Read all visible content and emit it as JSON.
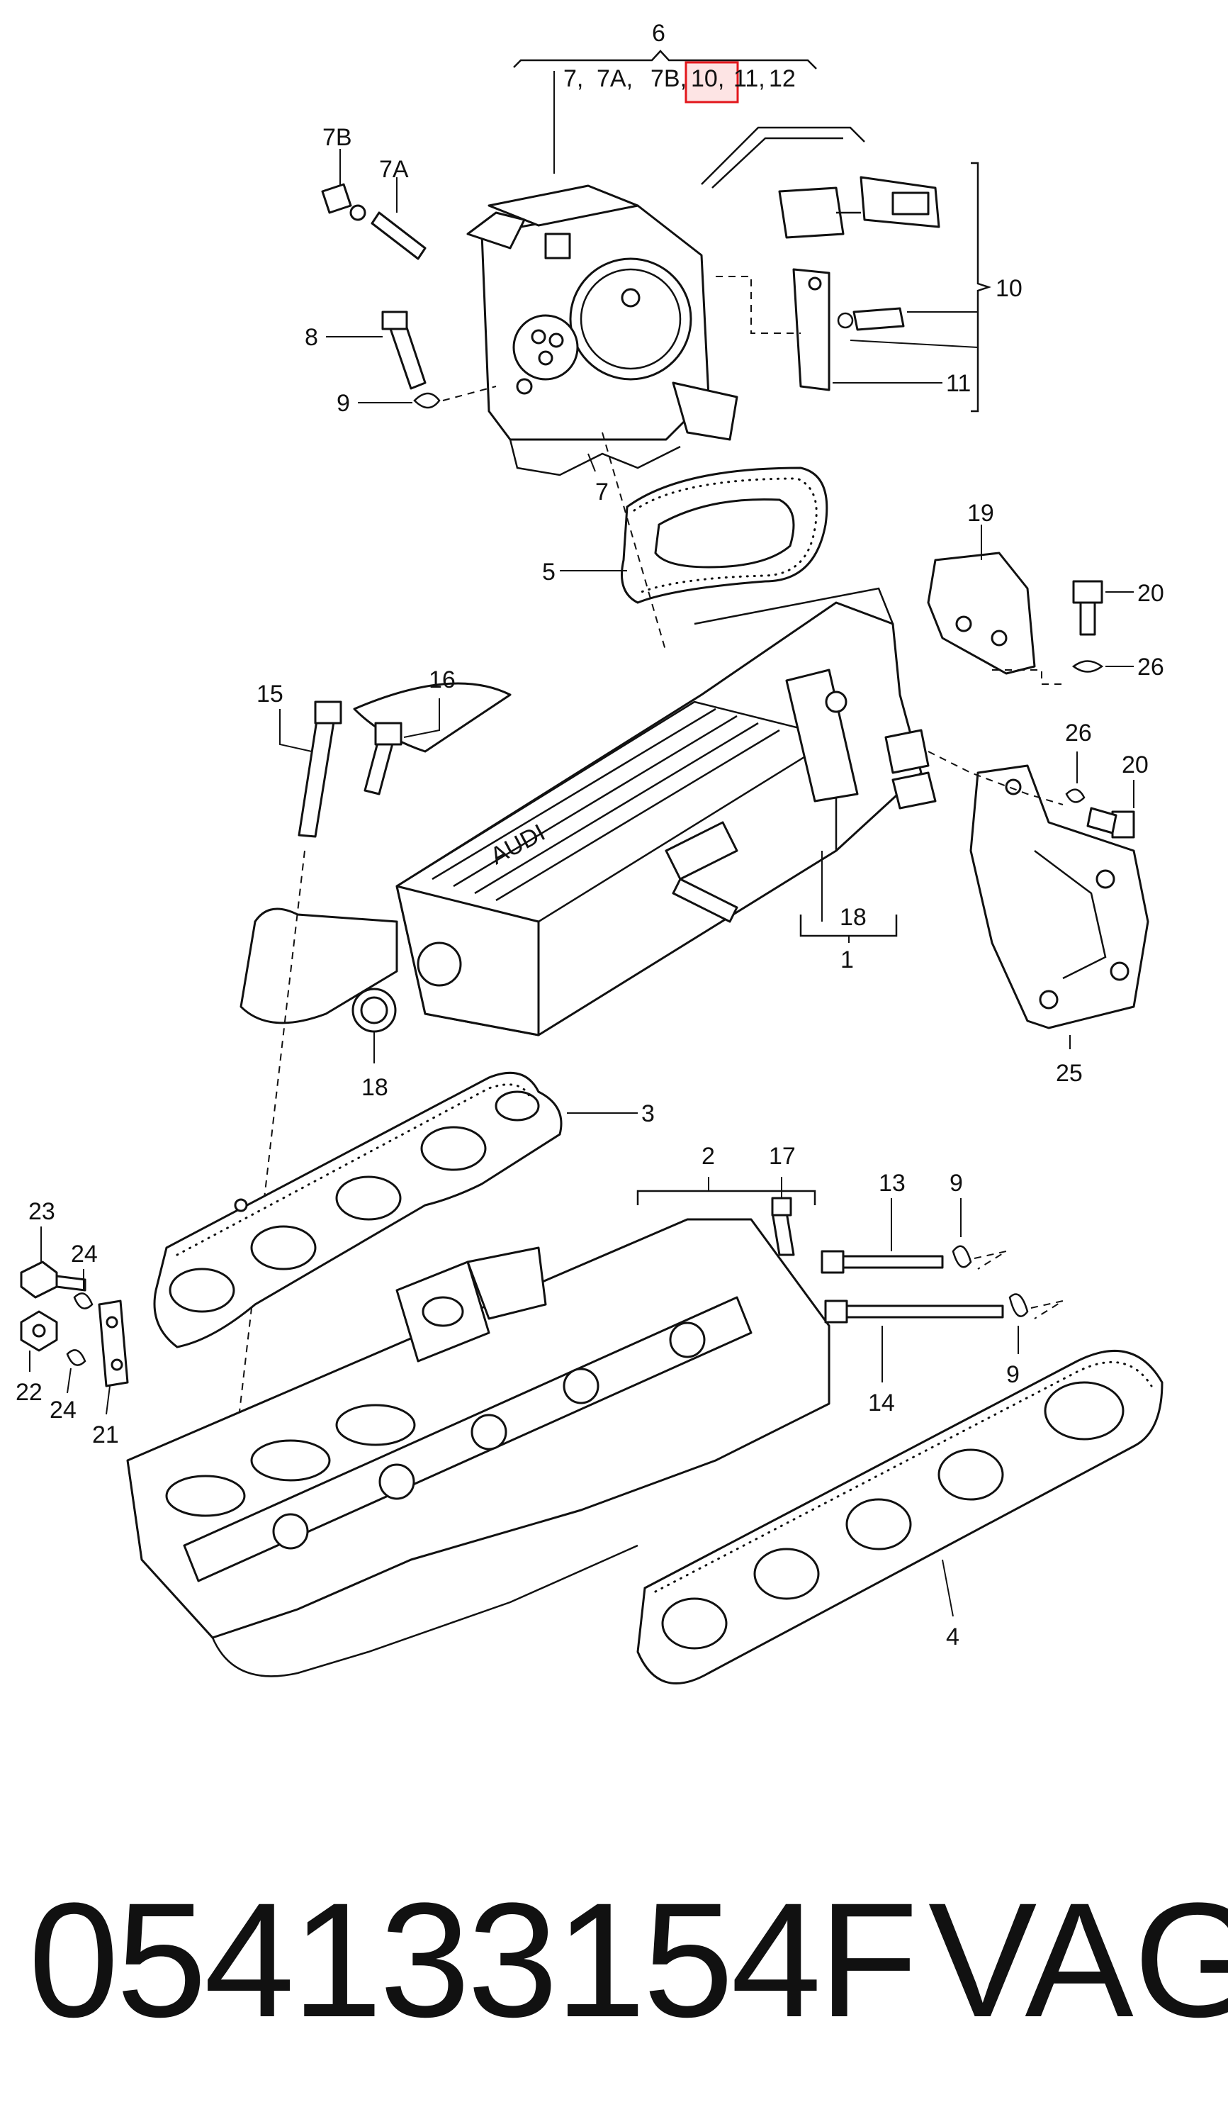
{
  "callouts": {
    "c1": "1",
    "c2": "2",
    "c3": "3",
    "c4": "4",
    "c5": "5",
    "c6": "6",
    "c7": "7",
    "c7a": "7A",
    "c7b": "7B",
    "c8": "8",
    "c9a": "9",
    "c9b": "9",
    "c9c": "9",
    "c10": "10",
    "c11": "11",
    "c13": "13",
    "c14": "14",
    "c15": "15",
    "c16": "16",
    "c17": "17",
    "c18a": "18",
    "c18b": "18",
    "c19": "19",
    "c20a": "20",
    "c20b": "20",
    "c21": "21",
    "c22": "22",
    "c23": "23",
    "c24a": "24",
    "c24b": "24",
    "c25": "25",
    "c26a": "26",
    "c26b": "26"
  },
  "group_header": {
    "g1": "7,",
    "g2": "7A,",
    "g3": "7B,",
    "g4": "10,",
    "g5": "11,",
    "g6": "12"
  },
  "highlight_color": "#e2161b",
  "logo_text": "AUDI",
  "part_number": "054133154F",
  "brand": "VAG"
}
